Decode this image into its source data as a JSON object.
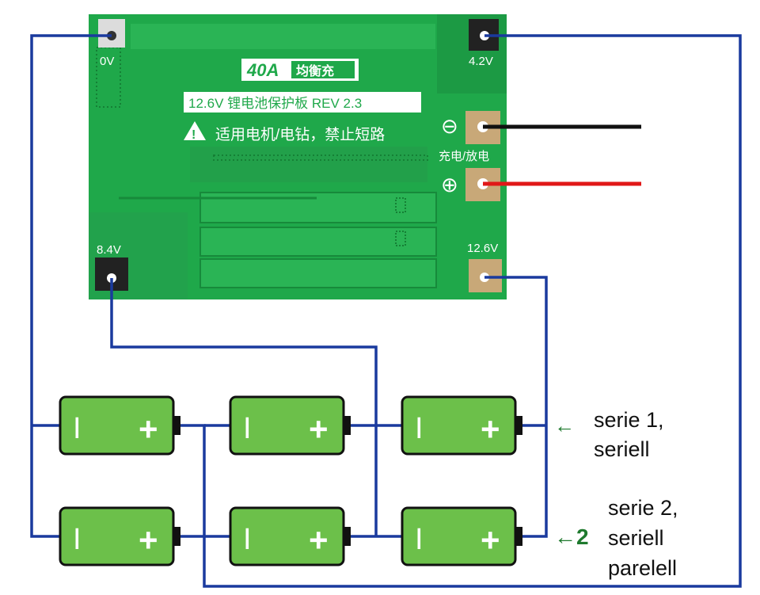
{
  "board": {
    "rating": "40A",
    "rating_suffix": "均衡充",
    "title": "12.6V 锂电池保护板 REV 2.3",
    "warning": "适用电机/电钻，禁止短路",
    "charge_label": "充电/放电",
    "minus_symbol": "⊖",
    "plus_symbol": "⊕",
    "pad_labels": {
      "p0": "0V",
      "p42": "4.2V",
      "p84": "8.4V",
      "p126": "12.6V"
    }
  },
  "cell": {
    "minus": "I",
    "plus": "+"
  },
  "annotations": {
    "s1_arrow": "←",
    "s1_line1": "serie 1,",
    "s1_line2": "seriell",
    "s2_arrow": "←2",
    "s2_line1": "serie 2,",
    "s2_line2": "seriell",
    "s2_line3": "parelell"
  },
  "colors": {
    "pcb": "#1fa84a",
    "pcb_dark": "#178a3b",
    "battery": "#6cc04a",
    "wire": "#1a3a9e",
    "arrow": "#1f7a2e",
    "black_wire": "#111111",
    "red_wire": "#e01818"
  }
}
